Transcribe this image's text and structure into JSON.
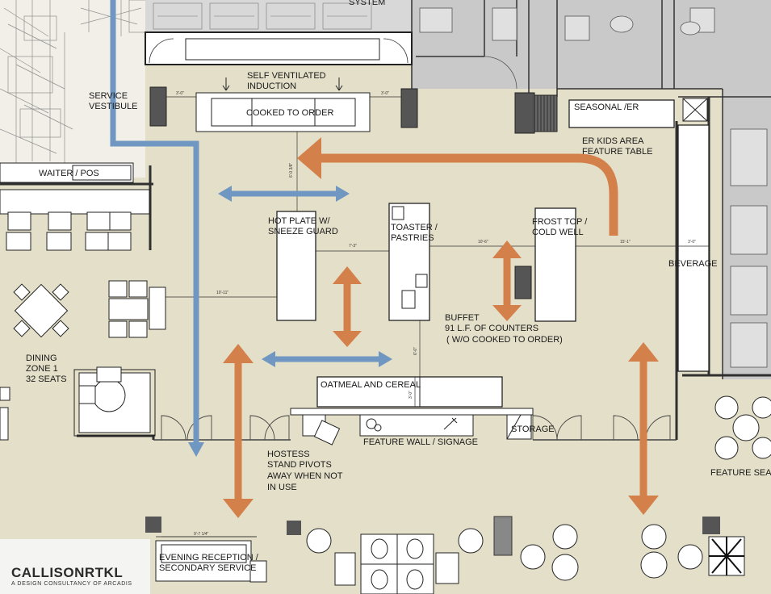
{
  "labels": {
    "top_system": "SYSTEM",
    "self_ventilated": "SELF VENTILATED",
    "induction": "INDUCTION",
    "cooked_to_order": "COOKED TO ORDER",
    "service_line1": "SERVICE",
    "service_line2": "VESTIBULE",
    "waiter_pos": "WAITER / POS",
    "seasonal": "SEASONAL /ER",
    "er_kids_line1": "ER KIDS AREA",
    "er_kids_line2": "FEATURE TABLE",
    "hot_plate_line1": "HOT PLATE W/",
    "hot_plate_line2": "SNEEZE GUARD",
    "toaster_line1": "TOASTER /",
    "toaster_line2": "PASTRIES",
    "frost_top_line1": "FROST TOP /",
    "frost_top_line2": "COLD WELL",
    "beverage": "BEVERAGE",
    "buffet_line1": "BUFFET",
    "buffet_line2": "91 L.F. OF COUNTERS",
    "buffet_line3": "( W/O COOKED TO ORDER)",
    "dining_line1": "DINING",
    "dining_line2": "ZONE 1",
    "dining_line3": "32 SEATS",
    "oatmeal": "OATMEAL AND CEREAL",
    "feature_wall": "FEATURE WALL / SIGNAGE",
    "storage": "STORAGE",
    "hostess_line1": "HOSTESS",
    "hostess_line2": "STAND PIVOTS",
    "hostess_line3": "AWAY WHEN NOT",
    "hostess_line4": "IN USE",
    "feature_seat": "FEATURE SEAT",
    "evening_line1": "EVENING RECEPTION /",
    "evening_line2": "SECONDARY SERVICE"
  },
  "dimensions": {
    "d_left_vent": "3'-0\"",
    "d_right_vent": "3'-0\"",
    "d_vertical_top": "6'-0 3/8\"",
    "d_hot_toaster": "7'-3\"",
    "d_toaster_frost": "10'-6\"",
    "d_frost_bev": "15'-1\"",
    "d_bev": "3'-0\"",
    "d_left_hot": "10'-11\"",
    "d_toaster_down": "6'-0\"",
    "d_oatmeal": "3'-0\"",
    "d_evening": "9'-7 1/4\""
  },
  "logo": {
    "name": "CALLISONRTKL",
    "tagline": "A DESIGN CONSULTANCY OF ARCADIS"
  },
  "colors": {
    "floor": "#e4dfc8",
    "wall": "#2f2f2f",
    "orange_arrow": "#d4804a",
    "blue_arrow": "#6f97c2",
    "grey_room": "#c9c9c9"
  }
}
